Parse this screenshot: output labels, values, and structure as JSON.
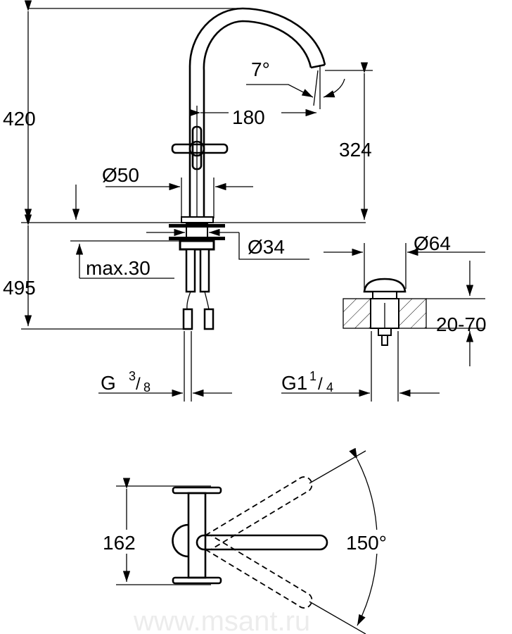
{
  "dimensions": {
    "total_height_above": "420",
    "spout_angle": "7°",
    "spout_reach": "180",
    "spout_height": "324",
    "body_diameter": "Ø50",
    "hole_diameter": "Ø34",
    "max_deck": "max.30",
    "below_deck": "495",
    "waste_diameter": "Ø64",
    "waste_range": "20-70",
    "connection_main": "G",
    "connection_num": "3",
    "connection_den": "8",
    "waste_thread_main": "G1",
    "waste_thread_num": "1",
    "waste_thread_den": "4",
    "handle_span": "162",
    "swivel_angle": "150°"
  },
  "watermark": "www.msant.ru"
}
